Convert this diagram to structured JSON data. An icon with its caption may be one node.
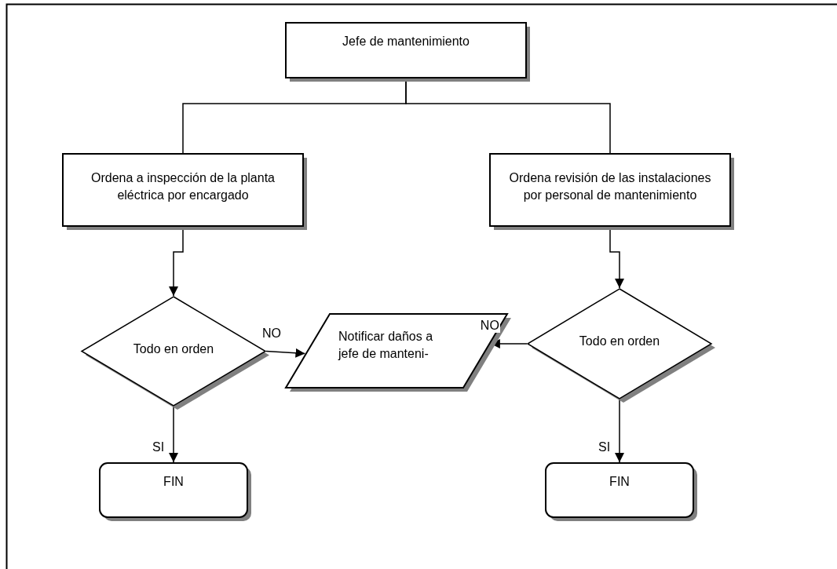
{
  "diagram": {
    "nodes": [
      {
        "text": [
          "Jefe de mantenimiento"
        ]
      },
      {
        "text": [
          "Ordena a inspección de la planta eléctrica por encargado"
        ]
      },
      {
        "text": [
          "Ordena revisión de las instalaciones por  personal de mantenimiento"
        ]
      },
      {
        "text": [
          "Todo en orden"
        ]
      },
      {
        "text": [
          "Notificar daños a  jefe de manteni-"
        ]
      },
      {
        "text": [
          "Todo en orden"
        ]
      },
      {
        "text": [
          "FIN"
        ]
      },
      {
        "text": [
          "FIN"
        ]
      }
    ],
    "edges": [
      {
        "from": 0,
        "to": 1,
        "arrow": "none"
      },
      {
        "from": 0,
        "to": 2,
        "arrow": "none"
      },
      {
        "from": 1,
        "to": 3,
        "arrow": "to"
      },
      {
        "from": 2,
        "to": 5,
        "arrow": "to"
      },
      {
        "from": 3,
        "to": 4,
        "arrow": "to",
        "label": "NO"
      },
      {
        "from": 5,
        "to": 4,
        "arrow": "to",
        "label": "NO"
      },
      {
        "from": 3,
        "to": 6,
        "arrow": "to",
        "label": "SI"
      },
      {
        "from": 5,
        "to": 7,
        "arrow": "to",
        "label": "SI"
      }
    ]
  }
}
